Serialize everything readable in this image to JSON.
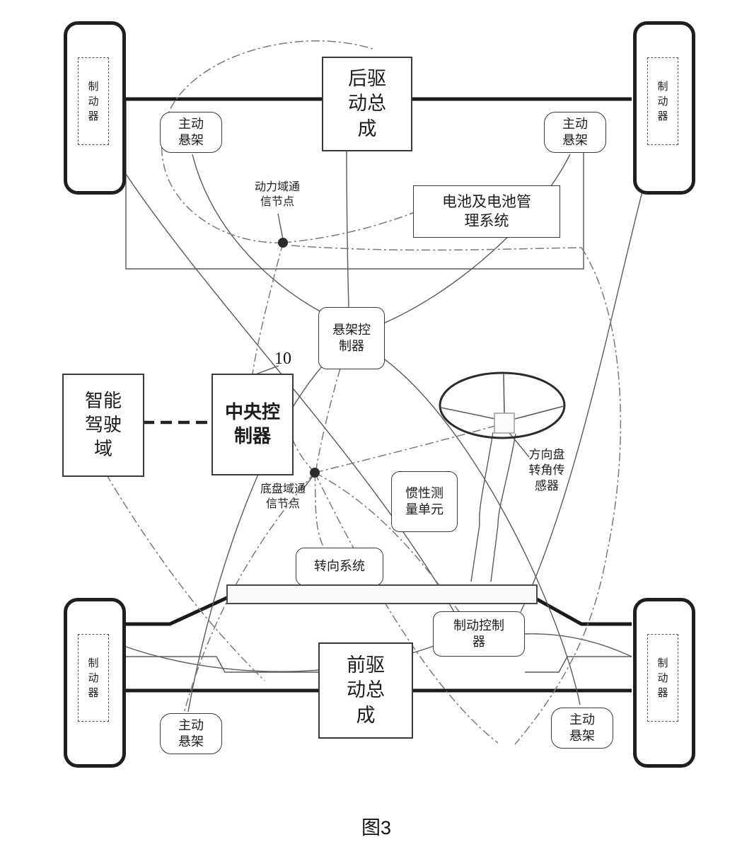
{
  "caption": "图3",
  "ref_label": "10",
  "labels": {
    "rear_drive": "后驱动总成",
    "front_drive": "前驱动总成",
    "battery": "电池及电池管理系统",
    "suspension_controller": "悬架控制器",
    "central_controller": "中央控制器",
    "intelligent_driving_domain": "智能驾驶域",
    "imu": "惯性测量单元",
    "steering_system": "转向系统",
    "brake_controller": "制动控制器",
    "steering_angle_sensor": "方向盘转角传感器",
    "power_domain_comm_node": "动力域通信节点",
    "chassis_domain_comm_node": "底盘域通信节点",
    "active_suspension": "主动悬架",
    "brake": "制动器"
  },
  "colors": {
    "solid_line": "#5a5a5a",
    "thick_line": "#1a1a1a",
    "dashdot_line": "#7a7a7a",
    "node_dot": "#2b2b2b"
  }
}
